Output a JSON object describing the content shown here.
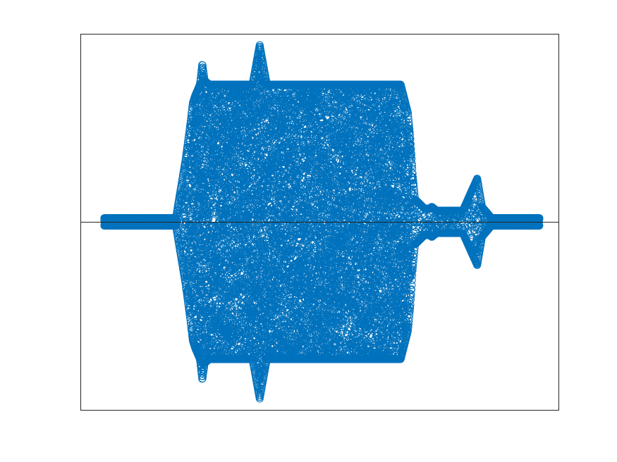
{
  "chart_data": {
    "type": "scatter",
    "title": "",
    "xlabel": "",
    "ylabel": "",
    "xlim": [
      0,
      1
    ],
    "ylim": [
      -1,
      1
    ],
    "grid": false,
    "legend": "none",
    "marker": "circle-open",
    "series_color": "#0072bd",
    "axis_color": "#262626",
    "zero_line": true,
    "series": [
      {
        "envelope": [
          {
            "x": 0.05,
            "amp": 0.02
          },
          {
            "x": 0.2,
            "amp": 0.02
          },
          {
            "x": 0.205,
            "amp": 0.1
          },
          {
            "x": 0.22,
            "amp": 0.33
          },
          {
            "x": 0.23,
            "amp": 0.52
          },
          {
            "x": 0.235,
            "amp": 0.63
          },
          {
            "x": 0.24,
            "amp": 0.67
          },
          {
            "x": 0.25,
            "amp": 0.73
          },
          {
            "x": 0.255,
            "amp": 0.84
          },
          {
            "x": 0.26,
            "amp": 0.75
          },
          {
            "x": 0.27,
            "amp": 0.73
          },
          {
            "x": 0.36,
            "amp": 0.73
          },
          {
            "x": 0.375,
            "amp": 0.94
          },
          {
            "x": 0.39,
            "amp": 0.73
          },
          {
            "x": 0.67,
            "amp": 0.73
          },
          {
            "x": 0.685,
            "amp": 0.58
          },
          {
            "x": 0.69,
            "amp": 0.45
          },
          {
            "x": 0.695,
            "amp": 0.25
          },
          {
            "x": 0.7,
            "amp": 0.12
          },
          {
            "x": 0.72,
            "amp": 0.07
          },
          {
            "x": 0.73,
            "amp": 0.07
          },
          {
            "x": 0.735,
            "amp": 0.08
          },
          {
            "x": 0.745,
            "amp": 0.06
          },
          {
            "x": 0.8,
            "amp": 0.06
          },
          {
            "x": 0.83,
            "amp": 0.23
          },
          {
            "x": 0.84,
            "amp": 0.08
          },
          {
            "x": 0.86,
            "amp": 0.02
          },
          {
            "x": 0.96,
            "amp": 0.02
          }
        ]
      }
    ]
  }
}
